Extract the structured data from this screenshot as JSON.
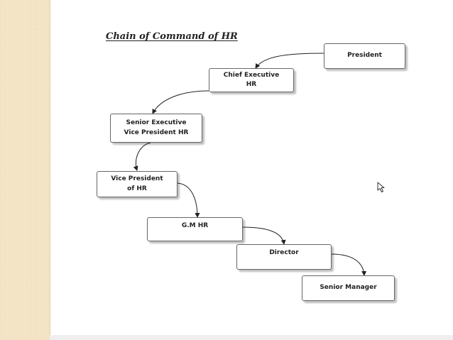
{
  "title": "Chain of Command of HR",
  "nodes": [
    {
      "id": "president",
      "label": "President"
    },
    {
      "id": "chief-executive",
      "label": "Chief Executive\nHR"
    },
    {
      "id": "senior-executive-vp",
      "label": "Senior Executive\nVice President HR"
    },
    {
      "id": "vice-president",
      "label": "Vice President\nof HR"
    },
    {
      "id": "gm",
      "label": "G.M HR"
    },
    {
      "id": "director",
      "label": "Director"
    },
    {
      "id": "senior-manager",
      "label": "Senior Manager"
    }
  ],
  "edges": [
    {
      "from": "president",
      "to": "chief-executive"
    },
    {
      "from": "chief-executive",
      "to": "senior-executive-vp"
    },
    {
      "from": "senior-executive-vp",
      "to": "vice-president"
    },
    {
      "from": "vice-president",
      "to": "gm"
    },
    {
      "from": "gm",
      "to": "director"
    },
    {
      "from": "director",
      "to": "senior-manager"
    }
  ],
  "colors": {
    "strip": "#f6e7c8",
    "box_border": "#666666",
    "connector": "#222222"
  },
  "icons": [
    "mouse-cursor-icon"
  ]
}
